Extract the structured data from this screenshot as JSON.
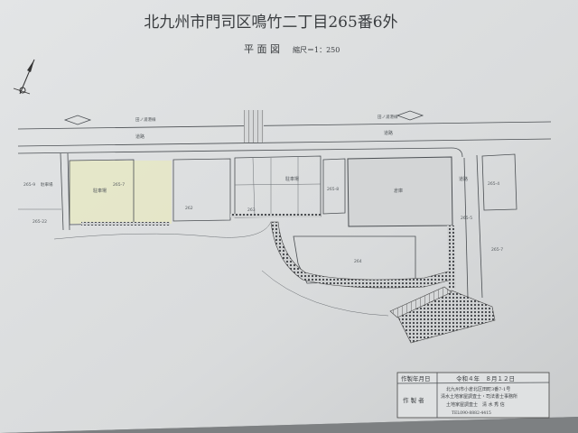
{
  "document": {
    "title": "北九州市門司区鳴竹二丁目265番6外",
    "subtitle": "平 面 図",
    "scale": "縮尺＝1：250"
  },
  "plan": {
    "roads": {
      "upper_route": "田ノ浦港線",
      "road_label": "道路",
      "road_label_right": "道路"
    },
    "lots": [
      {
        "id": "265-7",
        "use": "駐車場"
      },
      {
        "id": "262"
      },
      {
        "id": "263",
        "use": "駐車場"
      },
      {
        "id": "265-8"
      },
      {
        "id": "倉庫"
      },
      {
        "id": "264"
      },
      {
        "id": "265-4"
      },
      {
        "id": "265-5"
      },
      {
        "id": "265-7",
        "side": "right"
      },
      {
        "id": "265-9",
        "use": "駐車場"
      },
      {
        "id": "265-22"
      }
    ]
  },
  "info_box": {
    "date_label": "作製年月日",
    "date_value": "令和４年　８月１２日",
    "author_label": "作 製 者",
    "address": "北九州市小倉北区田町3番7-1号",
    "office": "清水土地家屋調査士・司法書士事務所",
    "author": "土地家屋調査士　清 水 秀 信",
    "tel": "TEL090-8882-4415"
  }
}
